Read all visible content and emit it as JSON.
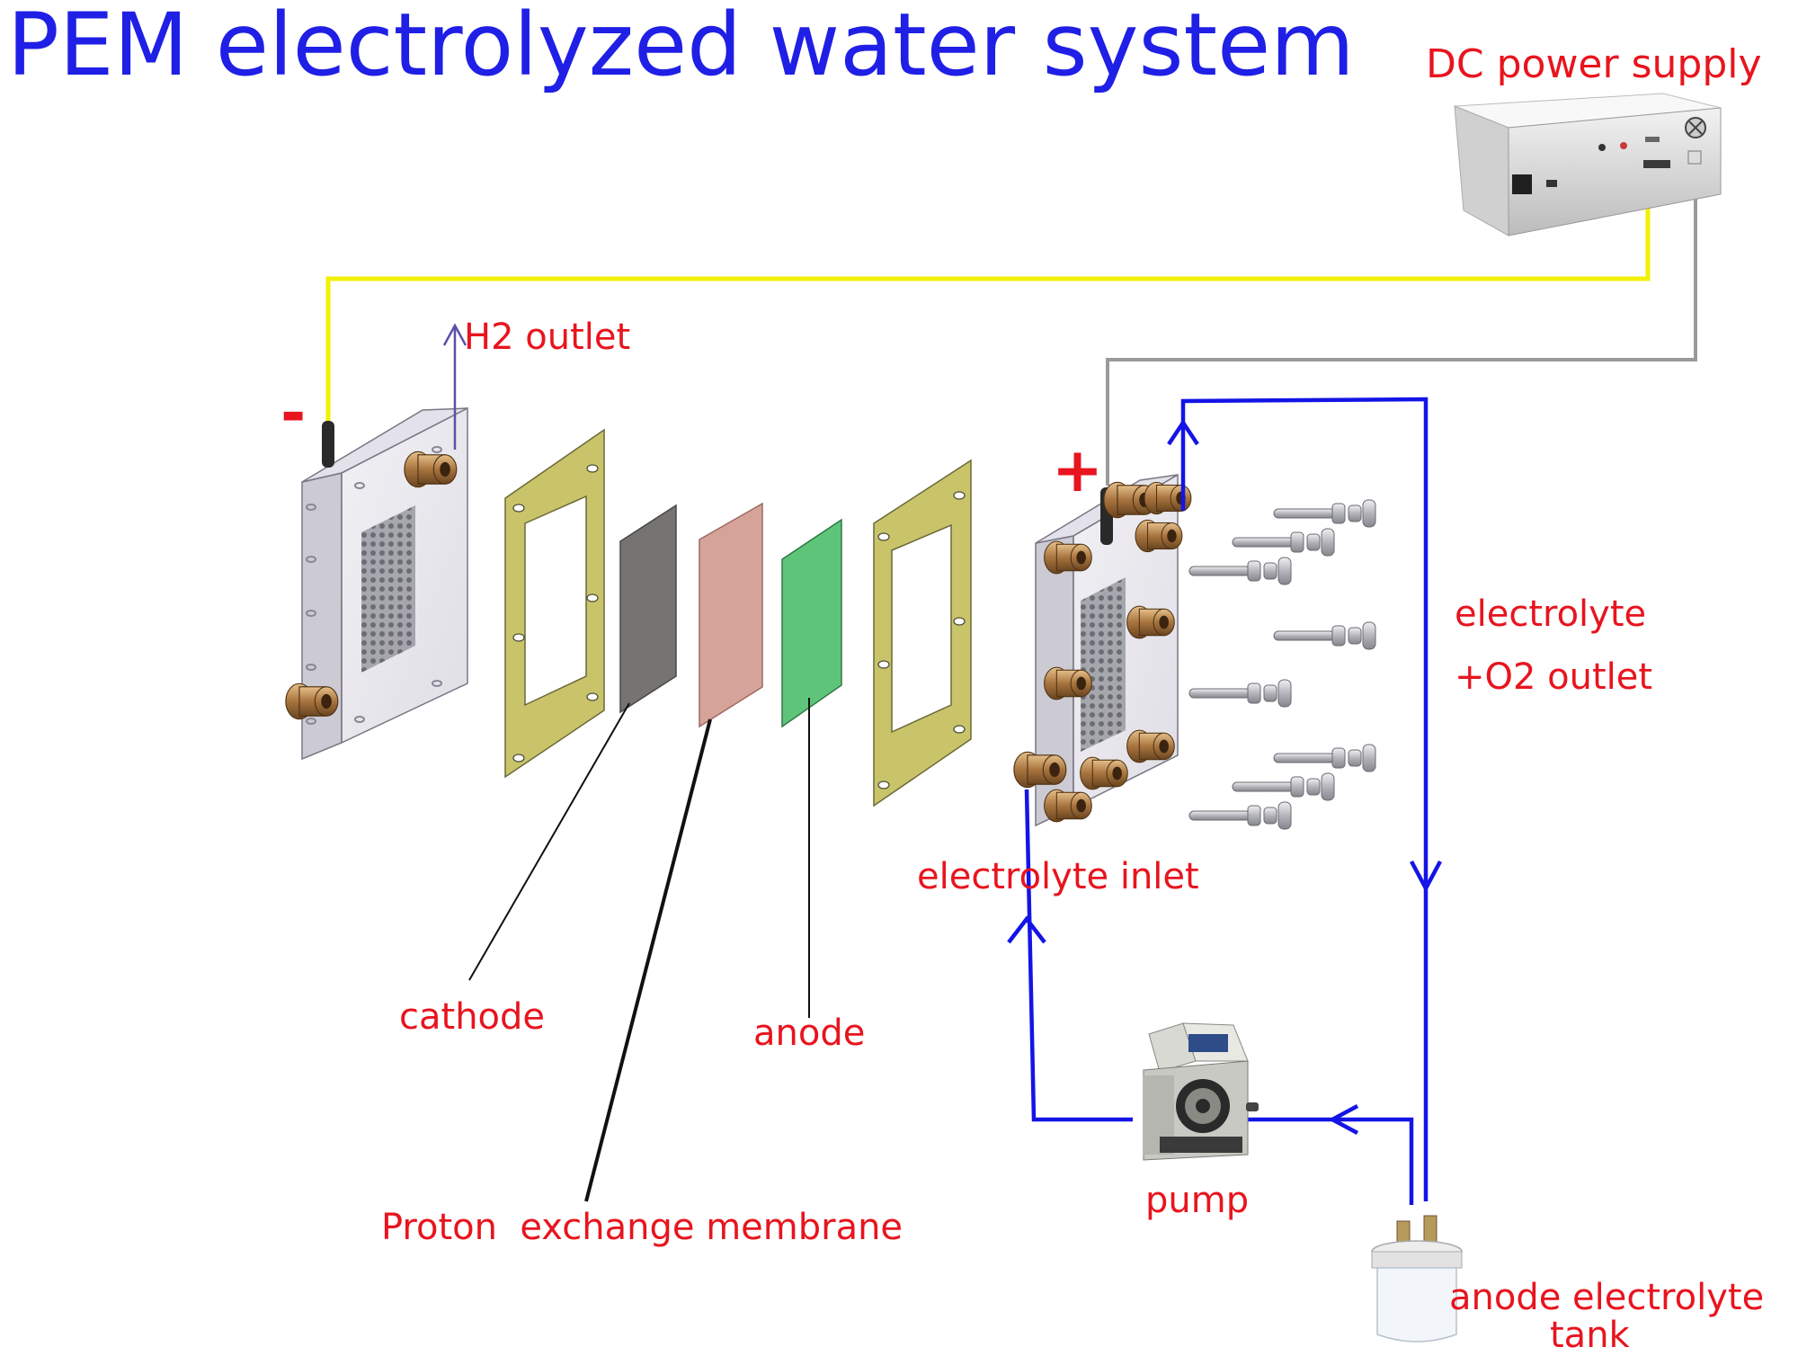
{
  "title": "PEM electrolyzed water system",
  "labels": {
    "dc_power_supply": "DC power supply",
    "h2_outlet": "H2 outlet",
    "minus": "-",
    "plus": "+",
    "electrolyte": "electrolyte",
    "o2_outlet": "+O2 outlet",
    "electrolyte_inlet": "electrolyte inlet",
    "cathode": "cathode",
    "anode": "anode",
    "pem": "Proton  exchange membrane",
    "pump": "pump",
    "tank_line1": "anode electrolyte",
    "tank_line2": "tank"
  },
  "colors": {
    "title": "#1f1fe6",
    "label": "#e8141e",
    "flow": "#1414e6",
    "negative_wire": "#f2f200",
    "positive_wire": "#9a9a9a",
    "h2_arrow": "#5a50a8",
    "gasket": "#c9c46a",
    "cathode": "#767470",
    "membrane": "#d6a39a",
    "anode": "#5ec47a"
  }
}
